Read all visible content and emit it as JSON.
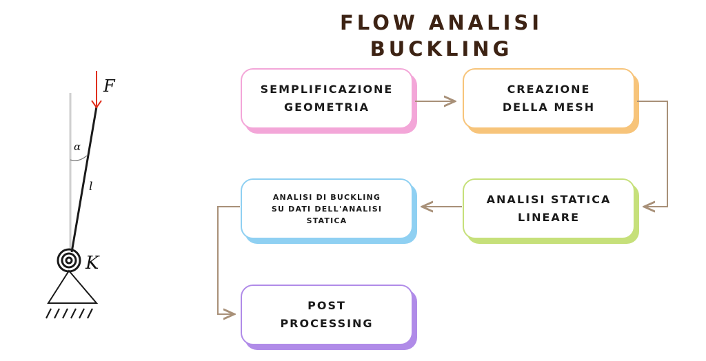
{
  "title": {
    "line1": "FLOW ANALISI",
    "line2": "BUCKLING"
  },
  "steps": [
    {
      "id": "semplificazione",
      "label": "SEMPLIFICAZIONE\nGEOMETRIA",
      "color": "#f3a6d8"
    },
    {
      "id": "mesh",
      "label": "CREAZIONE\nDELLA MESH",
      "color": "#f7c47a"
    },
    {
      "id": "statica",
      "label": "ANALISI STATICA\nLINEARE",
      "color": "#c6e07a"
    },
    {
      "id": "buckling",
      "label": "ANALISI DI BUCKLING\nSU DATI DELL'ANALISI\nSTATICA",
      "color": "#8fd0f2"
    },
    {
      "id": "post",
      "label": "POST\nPROCESSING",
      "color": "#b08be8"
    }
  ],
  "sketch": {
    "force_label": "F",
    "angle_label": "α",
    "length_label": "l",
    "spring_label": "K",
    "force_color": "#e0301e"
  },
  "arrow_color": "#a89078"
}
